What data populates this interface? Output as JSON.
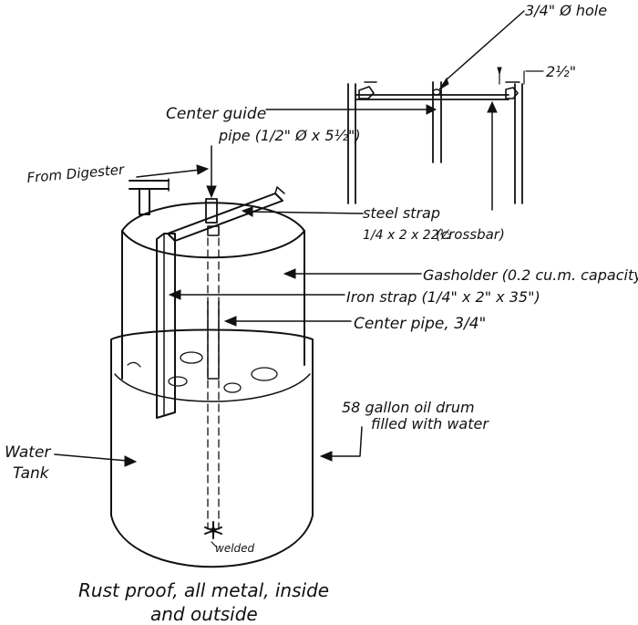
{
  "labels": {
    "hole": "3/4\" Ø hole",
    "offset": "2½\"",
    "center_guide_1": "Center guide",
    "center_guide_2": "pipe (1/2\" Ø x 5½\")",
    "from_digester": "From Digester",
    "steel_strap_1": "steel strap",
    "steel_strap_2": "1/4 x 2 x 22½",
    "crossbar": "(crossbar)",
    "gasholder": "Gasholder (0.2 cu.m. capacity)",
    "iron_strap": "Iron strap (1/4\" x 2\" x 35\")",
    "center_pipe": "Center pipe, 3/4\"",
    "drum_1": "58 gallon oil drum",
    "drum_2": "filled with water",
    "water_1": "Water",
    "water_2": "Tank",
    "welded": "welded",
    "caption_1": "Rust proof, all metal, inside",
    "caption_2": "and outside"
  },
  "colors": {
    "ink": "#111111",
    "paper": "#ffffff"
  }
}
